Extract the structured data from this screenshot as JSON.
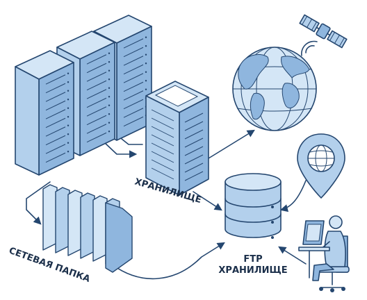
{
  "labels": {
    "storage": "ХРАНИЛИЩЕ",
    "network_folder": "СЕТЕВАЯ ПАПКА",
    "ftp_line1": "FTP",
    "ftp_line2": "ХРАНИЛИЩЕ"
  },
  "colors": {
    "outline": "#24466f",
    "fill_light": "#d4e6f6",
    "fill_mid": "#b3d0ec",
    "fill_dark": "#8fb6de",
    "text": "#1b2f4a"
  },
  "icons": [
    "server-rack-icon",
    "storage-tower-icon",
    "folder-stack-icon",
    "globe-icon",
    "satellite-icon",
    "location-pin-icon",
    "database-icon",
    "user-at-laptop-icon"
  ]
}
